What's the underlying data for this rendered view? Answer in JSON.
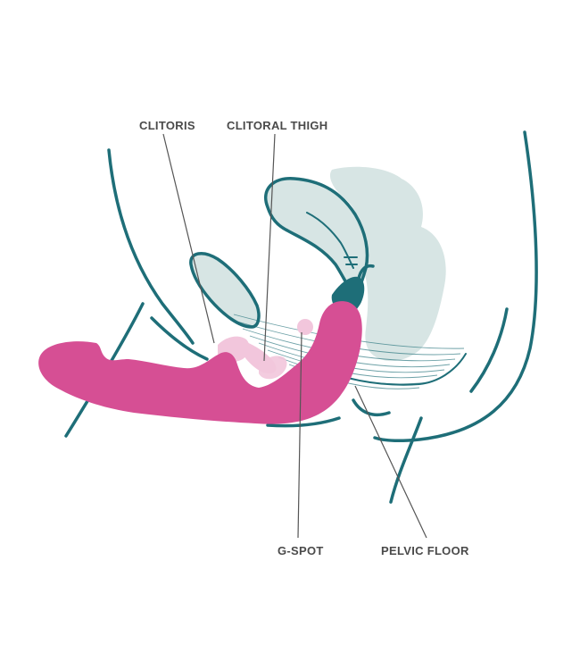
{
  "labels": {
    "clitoris": "CLITORIS",
    "clitoral_thigh": "CLITORAL THIGH",
    "g_spot": "G-SPOT",
    "pelvic_floor": "PELVIC FLOOR"
  },
  "colors": {
    "outline": "#1e6e78",
    "organ_fill": "#d7e5e4",
    "toy": "#d64f94",
    "toy_light": "#f2c6dc",
    "leader_line": "#555555",
    "label_text": "#4a4a4a",
    "background": "#ffffff"
  }
}
